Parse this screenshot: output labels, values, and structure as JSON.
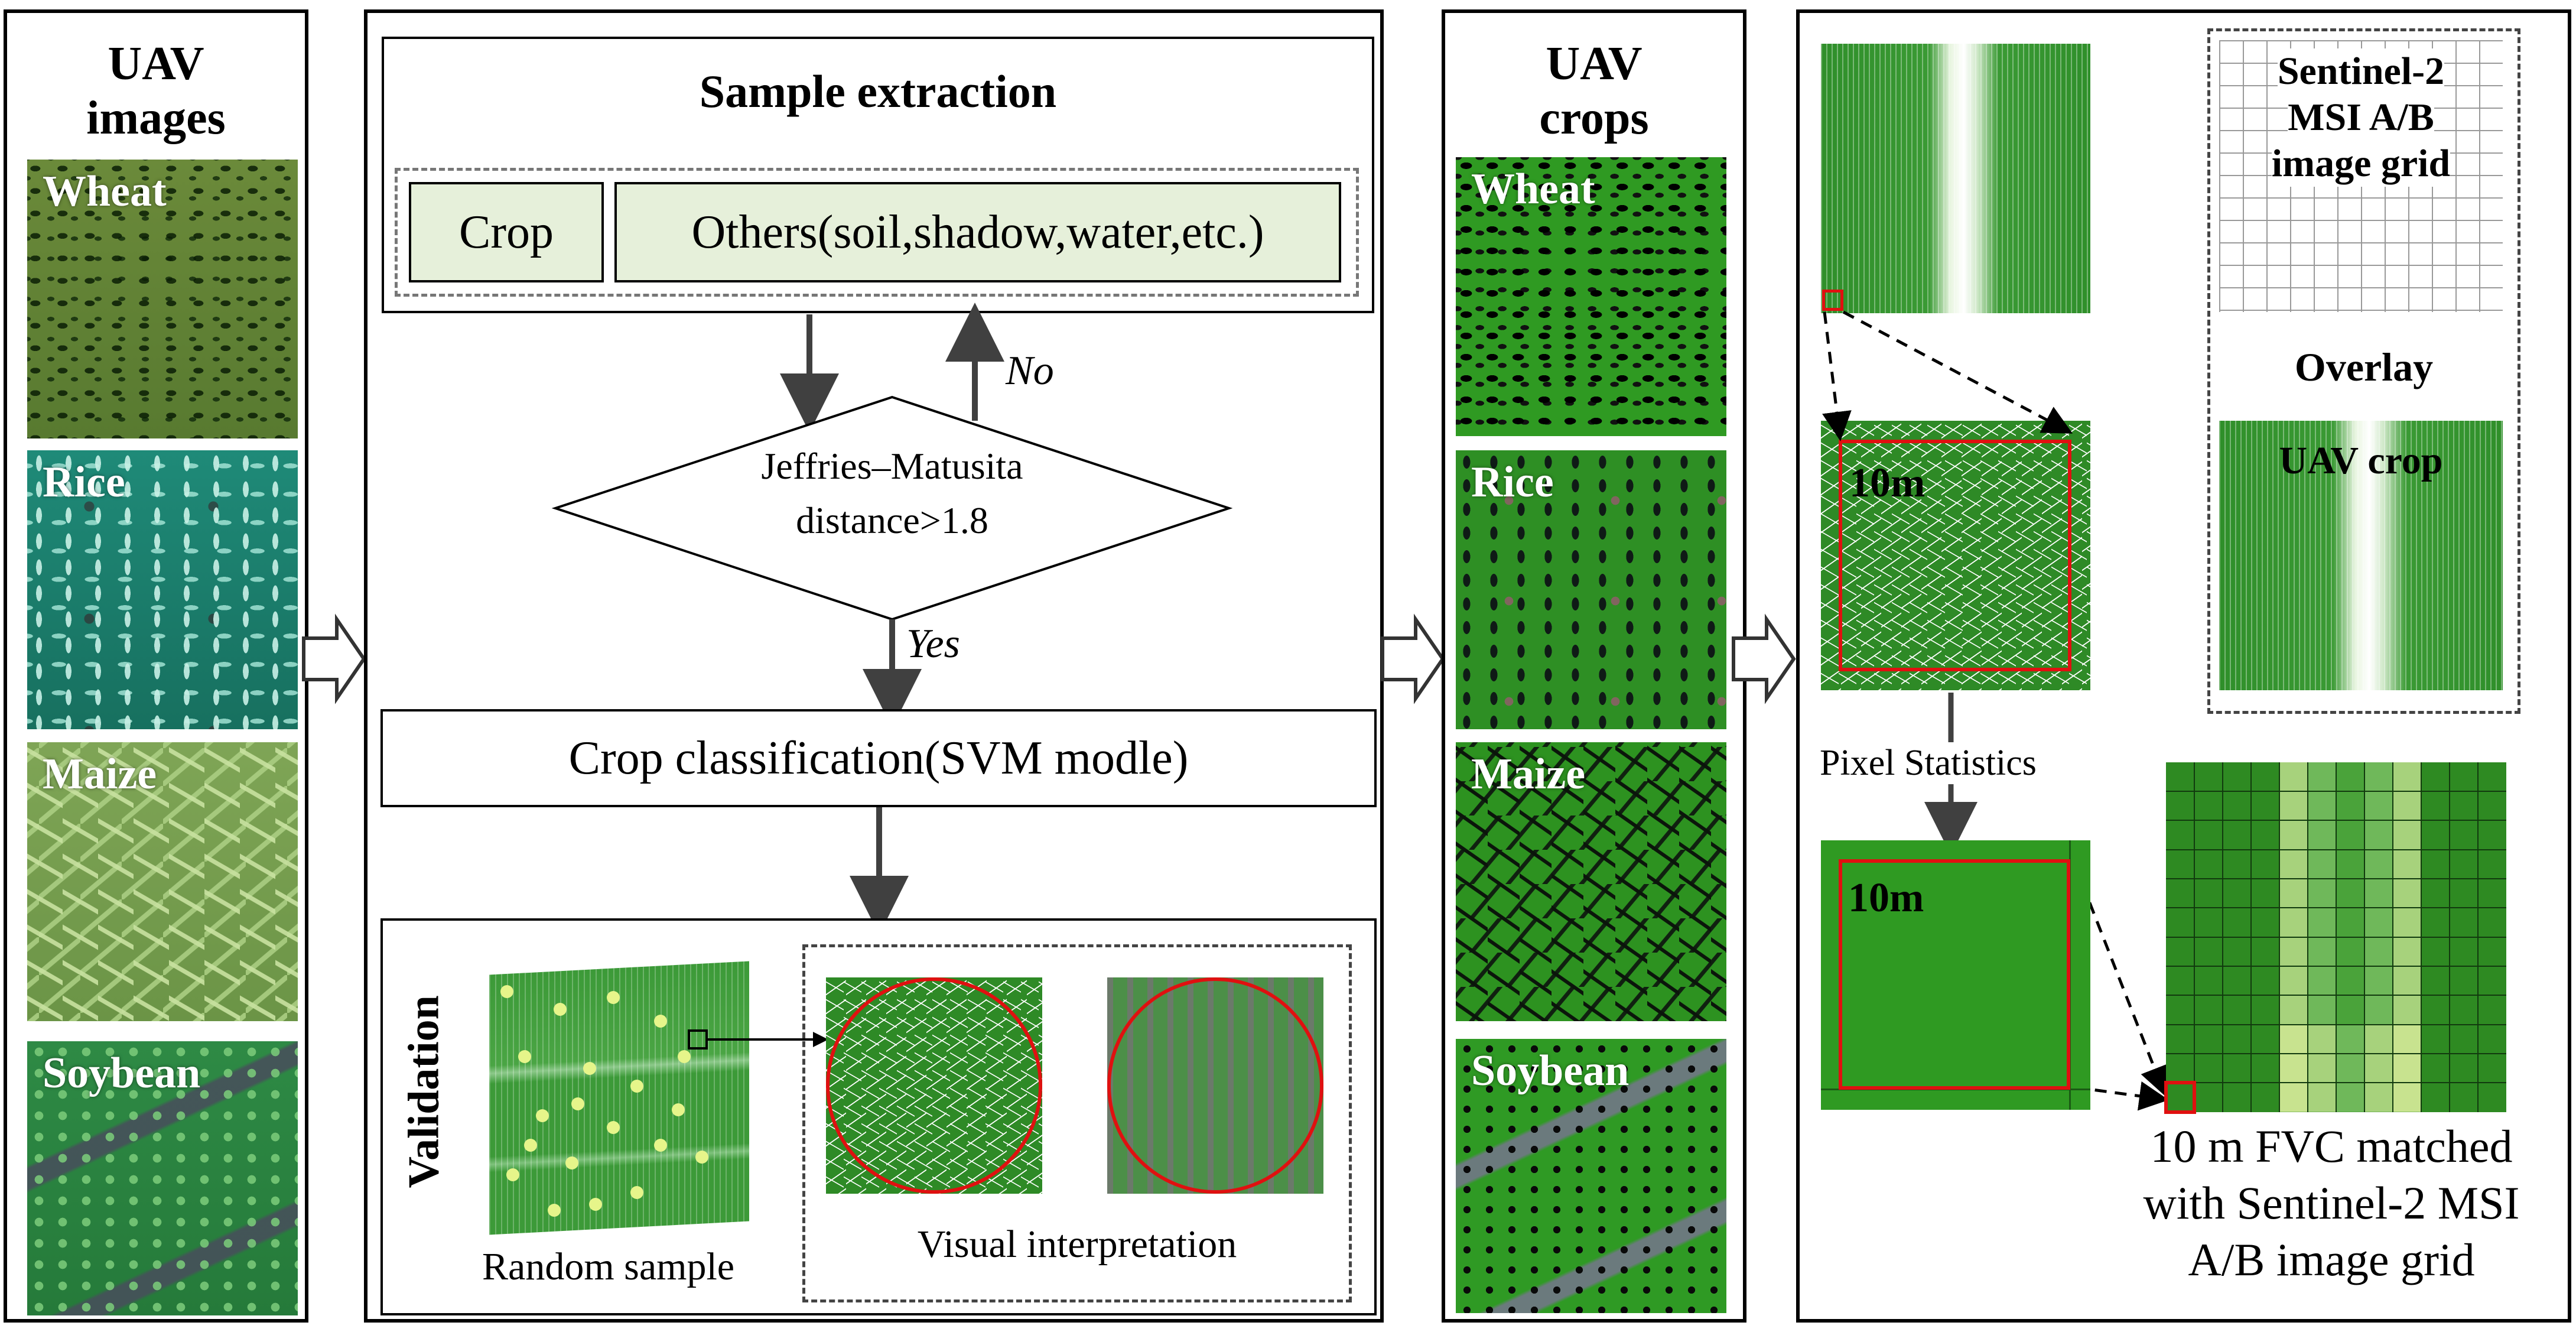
{
  "panel1": {
    "title_line1": "UAV",
    "title_line2": "images",
    "tiles": [
      "Wheat",
      "Rice",
      "Maize",
      "Soybean"
    ]
  },
  "panel2": {
    "sample_extraction_title": "Sample extraction",
    "crop_label": "Crop",
    "others_label": "Others(soil,shadow,water,etc.)",
    "decision_line1": "Jeffries–Matusita",
    "decision_line2": "distance>1.8",
    "no_label": "No",
    "yes_label": "Yes",
    "classification_label": "Crop classification(SVM modle)",
    "validation_label": "Validation",
    "random_sample_label": "Random sample",
    "visual_interpretation_label": "Visual interpretation"
  },
  "panel3": {
    "title_line1": "UAV",
    "title_line2": "crops",
    "tiles": [
      "Wheat",
      "Rice",
      "Maize",
      "Soybean"
    ]
  },
  "panel4": {
    "grid_label_line1": "Sentinel-2",
    "grid_label_line2": "MSI A/B",
    "grid_label_line3": "image grid",
    "overlay_label": "Overlay",
    "uav_crop_label": "UAV crop",
    "scale_label_top": "10m",
    "pixel_statistics_label": "Pixel Statistics",
    "scale_label_bottom": "10m",
    "caption_line1": "10 m FVC matched",
    "caption_line2": "with Sentinel-2 MSI",
    "caption_line3": "A/B image grid"
  },
  "colors": {
    "crop_green": "#2f9a22",
    "box_fill": "#e6f0da",
    "highlight_red": "#e01010",
    "sample_point": "#e6f58a",
    "arrow_gray": "#404040"
  }
}
